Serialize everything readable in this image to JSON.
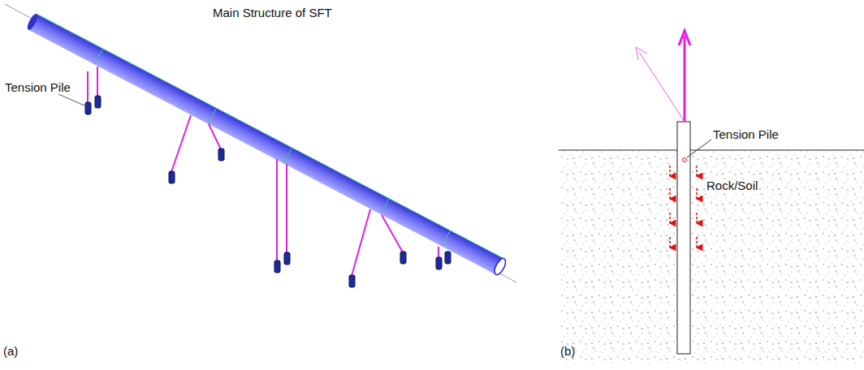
{
  "diagram": {
    "labels": [
      "Main Structure of SFT",
      "Tension Pile",
      "Tension Pile",
      "Rock/Soil",
      "(a)",
      "(b)"
    ]
  }
}
